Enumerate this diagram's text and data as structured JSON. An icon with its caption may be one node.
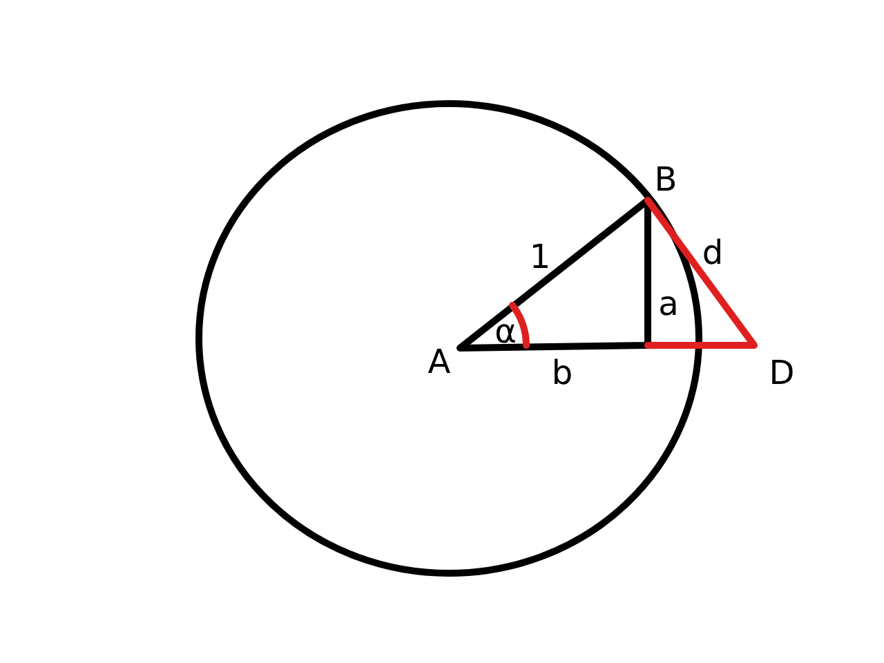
{
  "diagram": {
    "labels": [
      "B",
      "1",
      "d",
      "a",
      "α",
      "A",
      "b",
      "D"
    ]
  }
}
